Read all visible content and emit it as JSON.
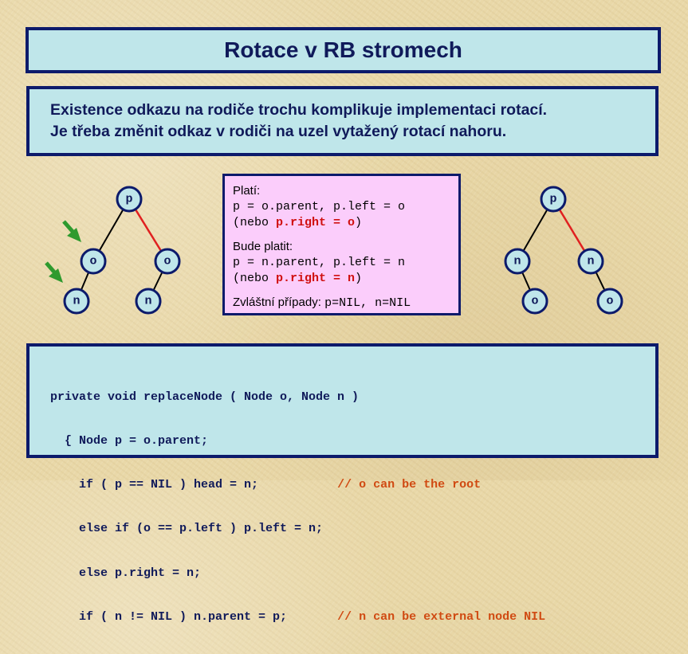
{
  "title": "Rotace v RB stromech",
  "intro": {
    "line1": "Existence odkazu na rodiče trochu komplikuje implementaci rotací.",
    "line2": "Je třeba změnit odkaz v rodiči na uzel vytažený rotací nahoru."
  },
  "info": {
    "plati_label": "Platí:",
    "plati_code": "p = o.parent, p.left = o",
    "plati_alt_prefix": "(nebo ",
    "plati_alt_red": "p.right = o",
    "plati_alt_suffix": ")",
    "bude_label": "Bude platit:",
    "bude_code": "p = n.parent, p.left = n",
    "bude_alt_prefix": "(nebo ",
    "bude_alt_red": "p.right = n",
    "bude_alt_suffix": ")",
    "special_label": "Zvláštní případy: ",
    "special_code": "p=NIL, n=NIL"
  },
  "tree_left": {
    "root": "p",
    "mid_left": "o",
    "mid_right": "o",
    "leaf_left": "n",
    "leaf_right": "n"
  },
  "tree_right": {
    "root": "p",
    "mid_left": "n",
    "mid_right": "n",
    "leaf_left": "o",
    "leaf_right": "o"
  },
  "code": {
    "line1": "private void replaceNode ( Node o, Node n )",
    "line2": "  { Node p = o.parent;",
    "line3_code": "    if ( p == NIL ) head = n;           ",
    "line3_comment": "// o can be the root",
    "line4": "    else if (o == p.left ) p.left = n;",
    "line5": "    else p.right = n;",
    "line6_code": "    if ( n != NIL ) n.parent = p;       ",
    "line6_comment": "// n can be external node NIL"
  },
  "colors": {
    "frame": "#0c1a6b",
    "box_fill": "#bfe6ea",
    "info_fill": "#fbcdfb",
    "highlight_red": "#d01010",
    "comment": "#d04a12",
    "arrow_green": "#2e9a2e",
    "edge_red": "#e02020"
  }
}
